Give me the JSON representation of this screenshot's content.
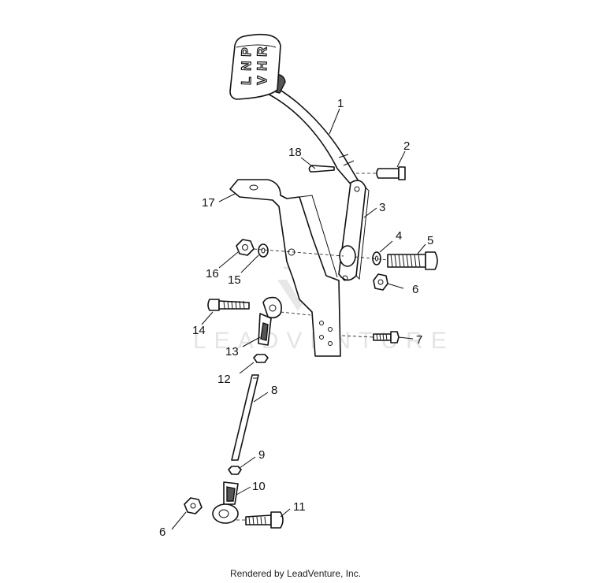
{
  "diagram": {
    "shifter_knob_letters": [
      "P",
      "R",
      "N",
      "L",
      "H",
      "V"
    ],
    "watermark": "LEADVENTURE",
    "callouts": [
      "1",
      "2",
      "3",
      "4",
      "5",
      "6",
      "7",
      "8",
      "9",
      "10",
      "11",
      "12",
      "13",
      "14",
      "15",
      "16",
      "17",
      "18",
      "6"
    ]
  },
  "footer": {
    "text": "Rendered by LeadVenture, Inc."
  }
}
